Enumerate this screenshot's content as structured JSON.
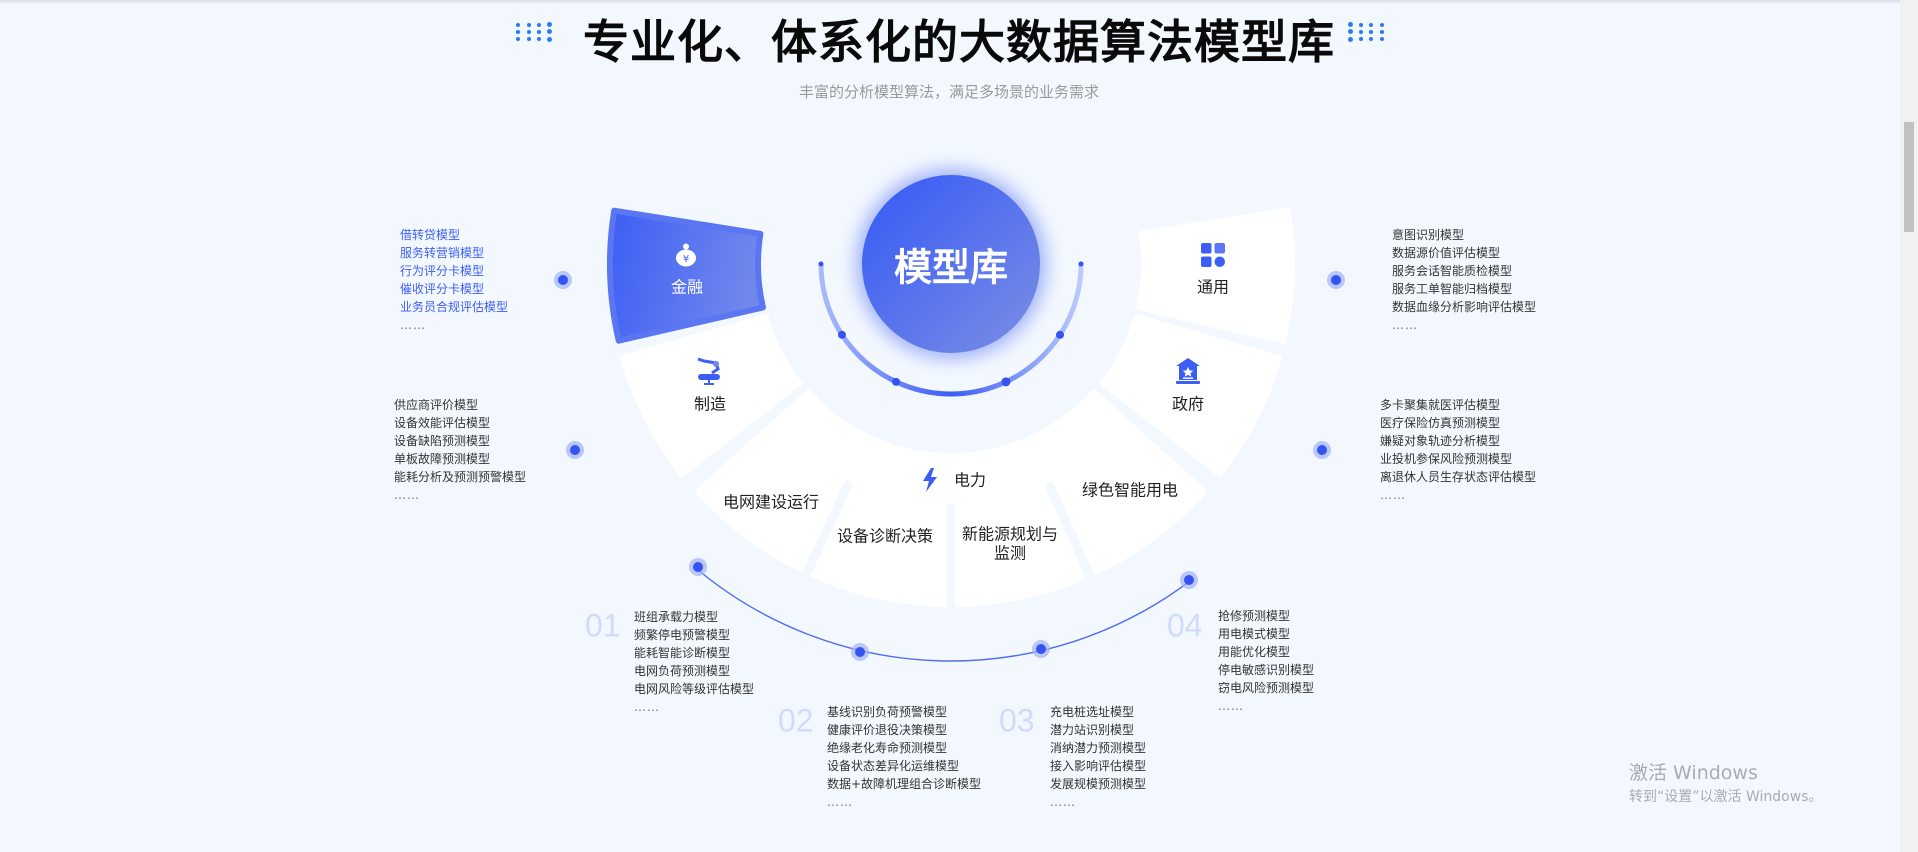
{
  "header": {
    "title": "专业化、体系化的大数据算法模型库",
    "subtitle": "丰富的分析模型算法，满足多场景的业务需求"
  },
  "center": {
    "title": "模型库"
  },
  "sectors": {
    "finance": {
      "label": "金融",
      "icon": "money-bag-icon"
    },
    "manufacturing": {
      "label": "制造",
      "icon": "robot-arm-icon"
    },
    "general": {
      "label": "通用",
      "icon": "grid-apps-icon"
    },
    "government": {
      "label": "政府",
      "icon": "government-building-icon"
    },
    "power": {
      "label": "电力",
      "icon": "lightning-icon",
      "subs": [
        "电网建设运行",
        "设备诊断决策",
        "新能源规划与",
        "监测",
        "绿色智能用电"
      ]
    }
  },
  "lists": {
    "finance": [
      "借转贷模型",
      "服务转营销模型",
      "行为评分卡模型",
      "催收评分卡模型",
      "业务员合规评估模型",
      "……"
    ],
    "manufacturing": [
      "供应商评价模型",
      "设备效能评估模型",
      "设备缺陷预测模型",
      "单板故障预测模型",
      "能耗分析及预测预警模型",
      "……"
    ],
    "general": [
      "意图识别模型",
      "数据源价值评估模型",
      "服务会话智能质检模型",
      "服务工单智能归档模型",
      "数据血缘分析影响评估模型",
      "……"
    ],
    "government": [
      "多卡聚集就医评估模型",
      "医疗保险仿真预测模型",
      "嫌疑对象轨迹分析模型",
      "业投机参保风险预测模型",
      "离退休人员生存状态评估模型",
      "……"
    ],
    "p01": {
      "num": "01",
      "items": [
        "班组承载力模型",
        "频繁停电预警模型",
        "能耗智能诊断模型",
        "电网负荷预测模型",
        "电网风险等级评估模型",
        "……"
      ]
    },
    "p02": {
      "num": "02",
      "items": [
        "基线识别负荷预警模型",
        "健康评价退役决策模型",
        "绝缘老化寿命预测模型",
        "设备状态差异化运维模型",
        "数据+故障机理组合诊断模型",
        "……"
      ]
    },
    "p03": {
      "num": "03",
      "items": [
        "充电桩选址模型",
        "潜力站识别模型",
        "消纳潜力预测模型",
        "接入影响评估模型",
        "发展规模预测模型",
        "……"
      ]
    },
    "p04": {
      "num": "04",
      "items": [
        "抢修预测模型",
        "用电模式模型",
        "用能优化模型",
        "停电敏感识别模型",
        "窃电风险预测模型",
        "……"
      ]
    }
  },
  "watermark": {
    "line1": "激活 Windows",
    "line2": "转到“设置”以激活 Windows。"
  },
  "colors": {
    "accent": "#3d5ef5",
    "accent_light": "#7a90e6",
    "background": "#f3f8ff",
    "number": "#d0dbfb"
  }
}
